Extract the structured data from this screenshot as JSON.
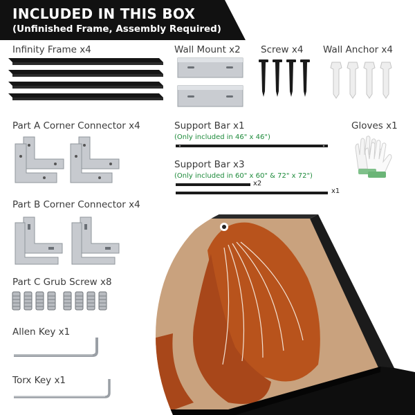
{
  "banner": {
    "title": "INCLUDED IN THIS BOX",
    "subtitle": "(Unfinished Frame, Assembly Required)"
  },
  "items": {
    "infinity_frame": "Infinity Frame x4",
    "wall_mount": "Wall Mount x2",
    "screw": "Screw x4",
    "wall_anchor": "Wall Anchor x4",
    "corner_a": "Part A Corner Connector x4",
    "support_bar_1": "Support Bar x1",
    "support_bar_1_note": "(Only included in 46\" x 46\")",
    "support_bar_3": "Support Bar x3",
    "support_bar_3_note": "(Only included in 60\" x 60\" & 72\" x 72\")",
    "gloves": "Gloves x1",
    "corner_b": "Part B Corner Connector x4",
    "grub_screw": "Part C Grub Screw x8",
    "allen_key": "Allen Key x1",
    "torx_key": "Torx Key x1"
  },
  "bar_quantities": {
    "short": "x2",
    "long": "x1"
  },
  "colors": {
    "banner": "#111111",
    "note_green": "#1d8a3a",
    "canvas_tan": "#c9a27e",
    "painting_rust": "#b8531c",
    "frame_black": "#0e0e0e"
  }
}
